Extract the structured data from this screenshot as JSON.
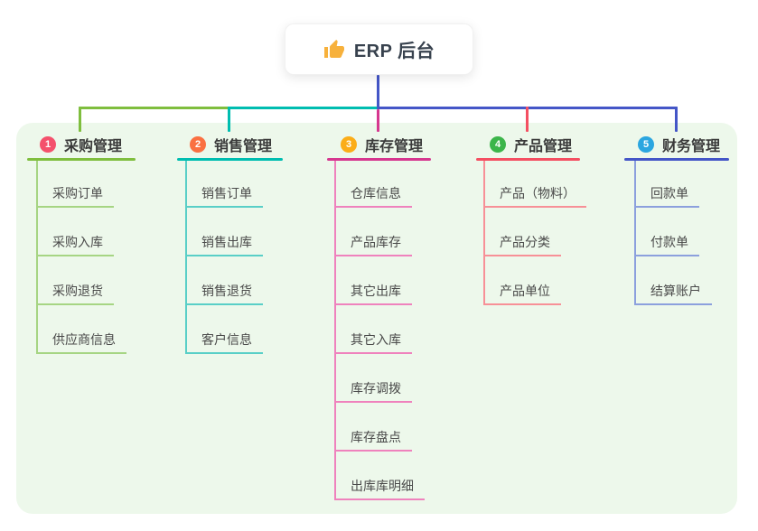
{
  "root": {
    "icon": "thumbs-up-icon",
    "label": "ERP 后台"
  },
  "canvas_bg": "#edf8eb",
  "connector_color": "#4456c7",
  "thumb_color": "#f7b13c",
  "branches": [
    {
      "badge": "1",
      "label": "采购管理",
      "color": "#7fbe3e",
      "child_color": "#a6d583",
      "badge_color": "#f4516c",
      "children": [
        "采购订单",
        "采购入库",
        "采购退货",
        "供应商信息"
      ]
    },
    {
      "badge": "2",
      "label": "销售管理",
      "color": "#00bdb0",
      "child_color": "#59cfc7",
      "badge_color": "#fa7041",
      "children": [
        "销售订单",
        "销售出库",
        "销售退货",
        "客户信息"
      ]
    },
    {
      "badge": "3",
      "label": "库存管理",
      "color": "#d6378f",
      "child_color": "#ef82bd",
      "badge_color": "#fbad18",
      "children": [
        "仓库信息",
        "产品库存",
        "其它出库",
        "其它入库",
        "库存调拨",
        "库存盘点",
        "出库库明细"
      ]
    },
    {
      "badge": "4",
      "label": "产品管理",
      "color": "#f44f62",
      "child_color": "#f79097",
      "badge_color": "#3cb54a",
      "children": [
        "产品（物料）",
        "产品分类",
        "产品单位"
      ]
    },
    {
      "badge": "5",
      "label": "财务管理",
      "color": "#4456c7",
      "child_color": "#8ca0dd",
      "badge_color": "#2ba6e0",
      "children": [
        "回款单",
        "付款单",
        "结算账户"
      ]
    }
  ]
}
